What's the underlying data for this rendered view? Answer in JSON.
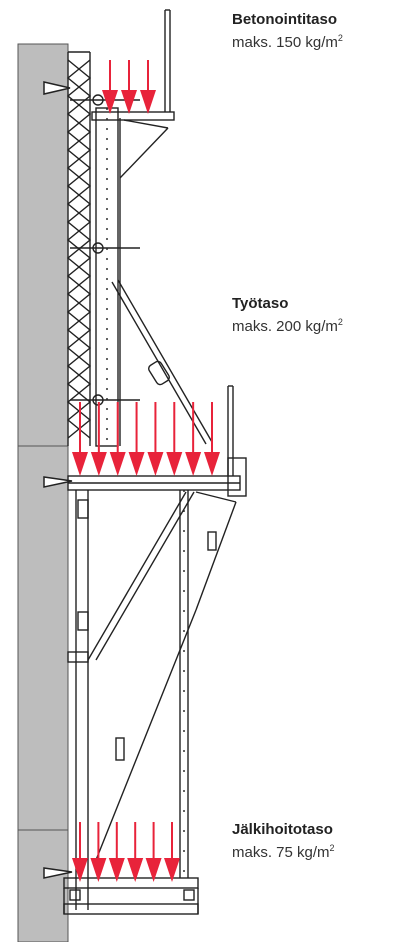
{
  "platforms": [
    {
      "title": "Betonointitaso",
      "load_text": "maks. 150 kg/m",
      "unit_exp": "2",
      "arrow_count": 3
    },
    {
      "title": "Työtaso",
      "load_text": "maks. 200 kg/m",
      "unit_exp": "2",
      "arrow_count": 8
    },
    {
      "title": "Jälkihoitotaso",
      "load_text": "maks. 75 kg/m",
      "unit_exp": "2",
      "arrow_count": 6
    }
  ],
  "colors": {
    "wall": "#bdbdbd",
    "wall_edge": "#555555",
    "frame": "#222222",
    "arrow": "#e8233a"
  }
}
